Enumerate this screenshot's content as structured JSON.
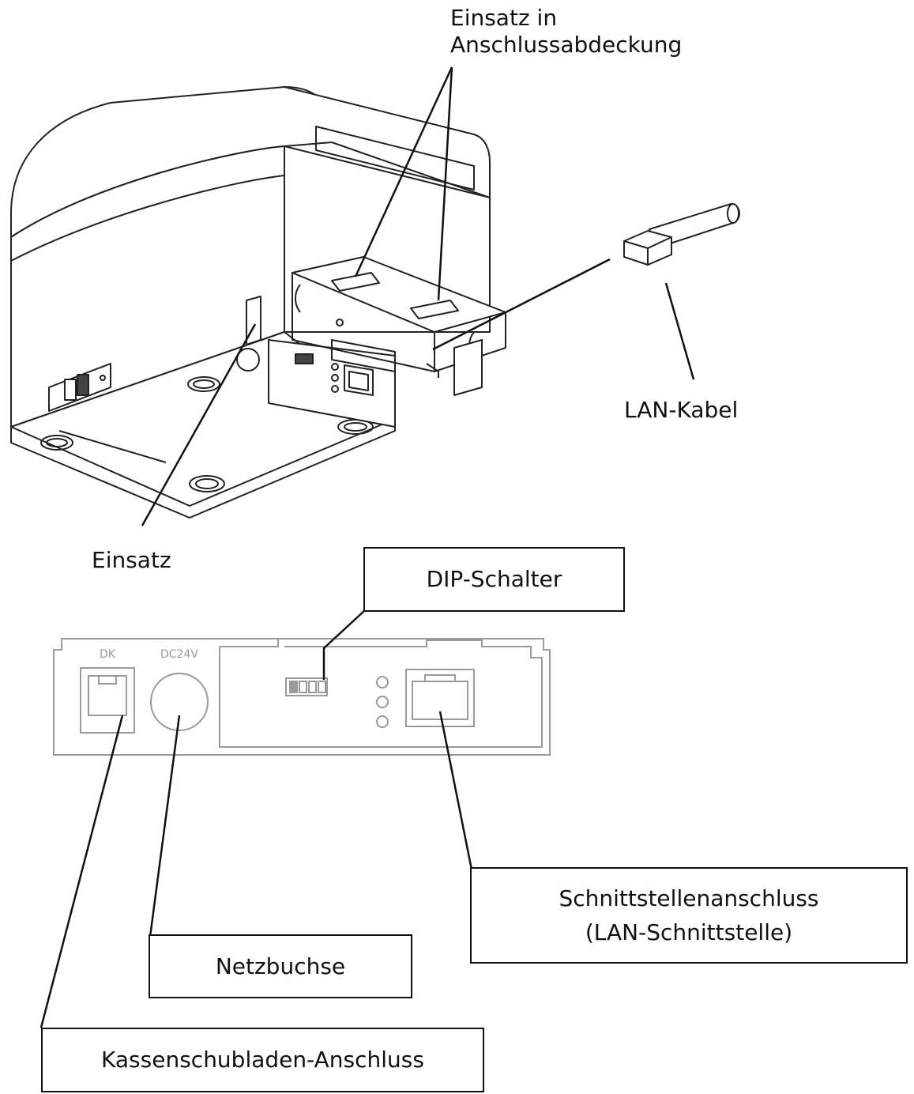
{
  "colors": {
    "line": "#111111",
    "panel": "#9a9a9a",
    "background": "#ffffff"
  },
  "labels": {
    "top_insert": [
      "Einsatz in",
      "Anschlussabdeckung"
    ],
    "lan_cable": "LAN-Kabel",
    "insert": "Einsatz"
  },
  "boxes": {
    "dip_switch": "DIP-Schalter",
    "interface_port": [
      "Schnittstellenanschluss",
      "(LAN-Schnittstelle)"
    ],
    "power_socket": "Netzbuchse",
    "drawer_port": "Kassenschubladen-Anschluss"
  },
  "panel": {
    "dk": "DK",
    "dc24v": "DC24V"
  }
}
